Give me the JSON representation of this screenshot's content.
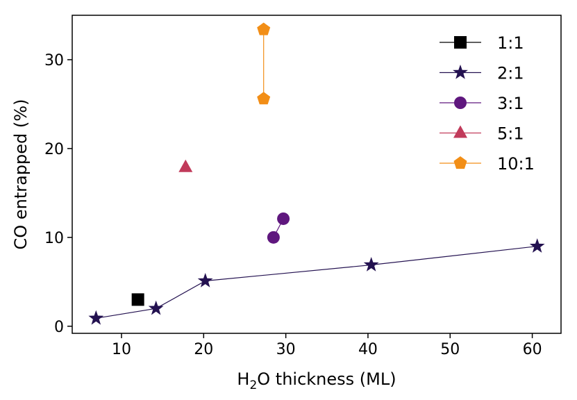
{
  "chart_data": {
    "type": "scatter",
    "xlabel": "H2O thickness (ML)",
    "xlabel_main": "H",
    "xlabel_sub": "2",
    "xlabel_rest": "O thickness (ML)",
    "ylabel": "CO entrapped (%)",
    "xlim": [
      4,
      63.5
    ],
    "ylim": [
      -0.8,
      35
    ],
    "xticks": [
      10,
      20,
      30,
      40,
      50,
      60
    ],
    "yticks": [
      0,
      10,
      20,
      30
    ],
    "grid": false,
    "legend_position": "top-right",
    "series": [
      {
        "name": "1:1",
        "marker": "square",
        "color": "#000000",
        "x": [
          12
        ],
        "y": [
          3
        ]
      },
      {
        "name": "2:1",
        "marker": "star",
        "color": "#231150",
        "x": [
          6.9,
          14.2,
          20.2,
          40.4,
          60.6
        ],
        "y": [
          0.9,
          2.0,
          5.1,
          6.9,
          9.0
        ]
      },
      {
        "name": "3:1",
        "marker": "circle",
        "color": "#5f177e",
        "x": [
          28.5,
          29.7
        ],
        "y": [
          10.0,
          12.1
        ]
      },
      {
        "name": "5:1",
        "marker": "triangle",
        "color": "#c13a5a",
        "x": [
          17.8
        ],
        "y": [
          17.9
        ]
      },
      {
        "name": "10:1",
        "marker": "pentagon",
        "color": "#f28e16",
        "x": [
          27.3,
          27.3
        ],
        "y": [
          25.6,
          33.4
        ]
      }
    ]
  }
}
